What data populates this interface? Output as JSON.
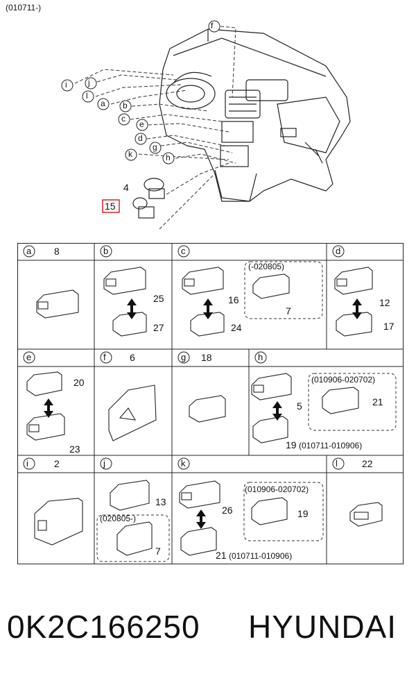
{
  "header": {
    "date_range": "(010711-)"
  },
  "overview": {
    "callouts": [
      "f",
      "i",
      "j",
      "l",
      "a",
      "b",
      "c",
      "e",
      "d",
      "g",
      "k",
      "h"
    ],
    "part_4": "4",
    "part_15": "15"
  },
  "cells": {
    "a": {
      "letter": "a",
      "num": "8"
    },
    "b": {
      "letter": "b",
      "p1": "25",
      "p2": "27"
    },
    "c": {
      "letter": "c",
      "p1": "16",
      "p2": "24",
      "box_date": "(-020805)",
      "box_part": "7"
    },
    "d": {
      "letter": "d",
      "p1": "12",
      "p2": "17"
    },
    "e": {
      "letter": "e",
      "p1": "20",
      "p2": "23"
    },
    "f": {
      "letter": "f",
      "num": "6"
    },
    "g": {
      "letter": "g",
      "num": "18"
    },
    "h": {
      "letter": "h",
      "p1": "5",
      "p2": "19",
      "p2_date": "(010711-010906)",
      "box_date": "(010906-020702)",
      "box_part": "21"
    },
    "i": {
      "letter": "i",
      "num": "2"
    },
    "j": {
      "letter": "j",
      "p1": "13",
      "box_date": "(020805-)",
      "box_part": "7"
    },
    "k": {
      "letter": "k",
      "p1": "26",
      "p2": "21",
      "p2_date": "(010711-010906)",
      "box_date": "(010906-020702)",
      "box_part": "19"
    },
    "l": {
      "letter": "l",
      "num": "22"
    }
  },
  "footer": {
    "part_number": "0K2C166250",
    "brand": "HYUNDAI"
  },
  "colors": {
    "highlight_box": "#e02020",
    "line": "#222222"
  }
}
